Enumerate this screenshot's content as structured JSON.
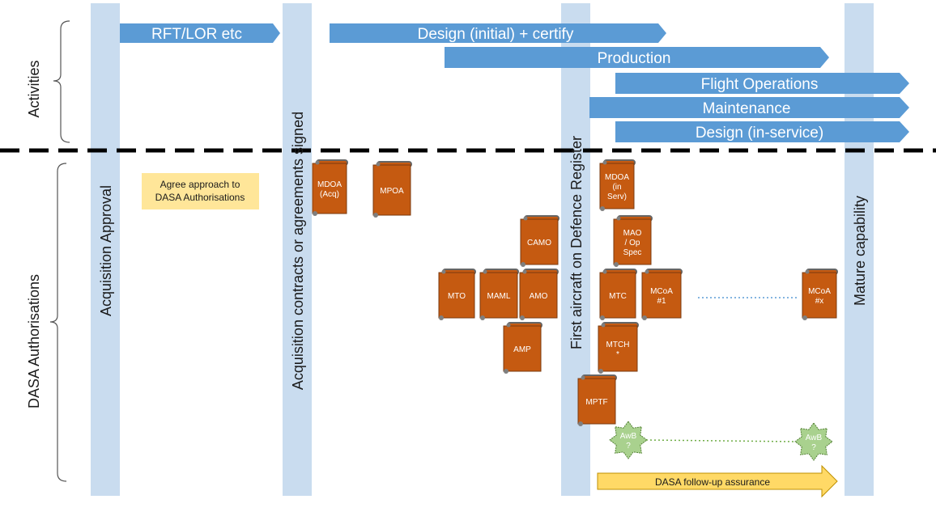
{
  "side_labels": {
    "activities": "Activities",
    "authorisations": "DASA Authorisations"
  },
  "milestones": {
    "acquisition_approval": "Acquisition Approval",
    "contracts_signed": "Acquisition contracts or agreements signed",
    "first_aircraft": "First aircraft on Defence Register",
    "mature_capability": "Mature capability"
  },
  "activities": {
    "rft": "RFT/LOR etc",
    "design_initial": "Design (initial) + certify",
    "production": "Production",
    "flight_ops": "Flight Operations",
    "maintenance": "Maintenance",
    "design_in_service": "Design (in-service)"
  },
  "note": {
    "line1": "Agree approach to",
    "line2": "DASA Authorisations"
  },
  "scrolls": {
    "mdoa_acq": [
      "MDOA",
      "(Acq)"
    ],
    "mpoa": [
      "MPOA"
    ],
    "camo": [
      "CAMO"
    ],
    "mto": [
      "MTO"
    ],
    "maml": [
      "MAML"
    ],
    "amo": [
      "AMO"
    ],
    "amp": [
      "AMP"
    ],
    "mdoa_in_serv": [
      "MDOA",
      "(in",
      "Serv)"
    ],
    "mao_op_spec": [
      "MAO",
      "/ Op",
      "Spec"
    ],
    "mtc": [
      "MTC"
    ],
    "mcoa_1": [
      "MCoA",
      "#1"
    ],
    "mtch": [
      "MTCH",
      "*"
    ],
    "mptf": [
      "MPTF"
    ],
    "mcoa_x": [
      "MCoA",
      "#x"
    ]
  },
  "awb": {
    "first": [
      "AwB",
      "?"
    ],
    "second": [
      "AwB",
      "?"
    ]
  },
  "followup": "DASA follow-up assurance",
  "colors": {
    "milestone_band": "#c9dcef",
    "activity_arrow": "#5b9bd5",
    "scroll": "#c55a11",
    "note": "#ffe699",
    "awb_star": "#a9d18e",
    "followup_arrow": "#ffd966"
  }
}
